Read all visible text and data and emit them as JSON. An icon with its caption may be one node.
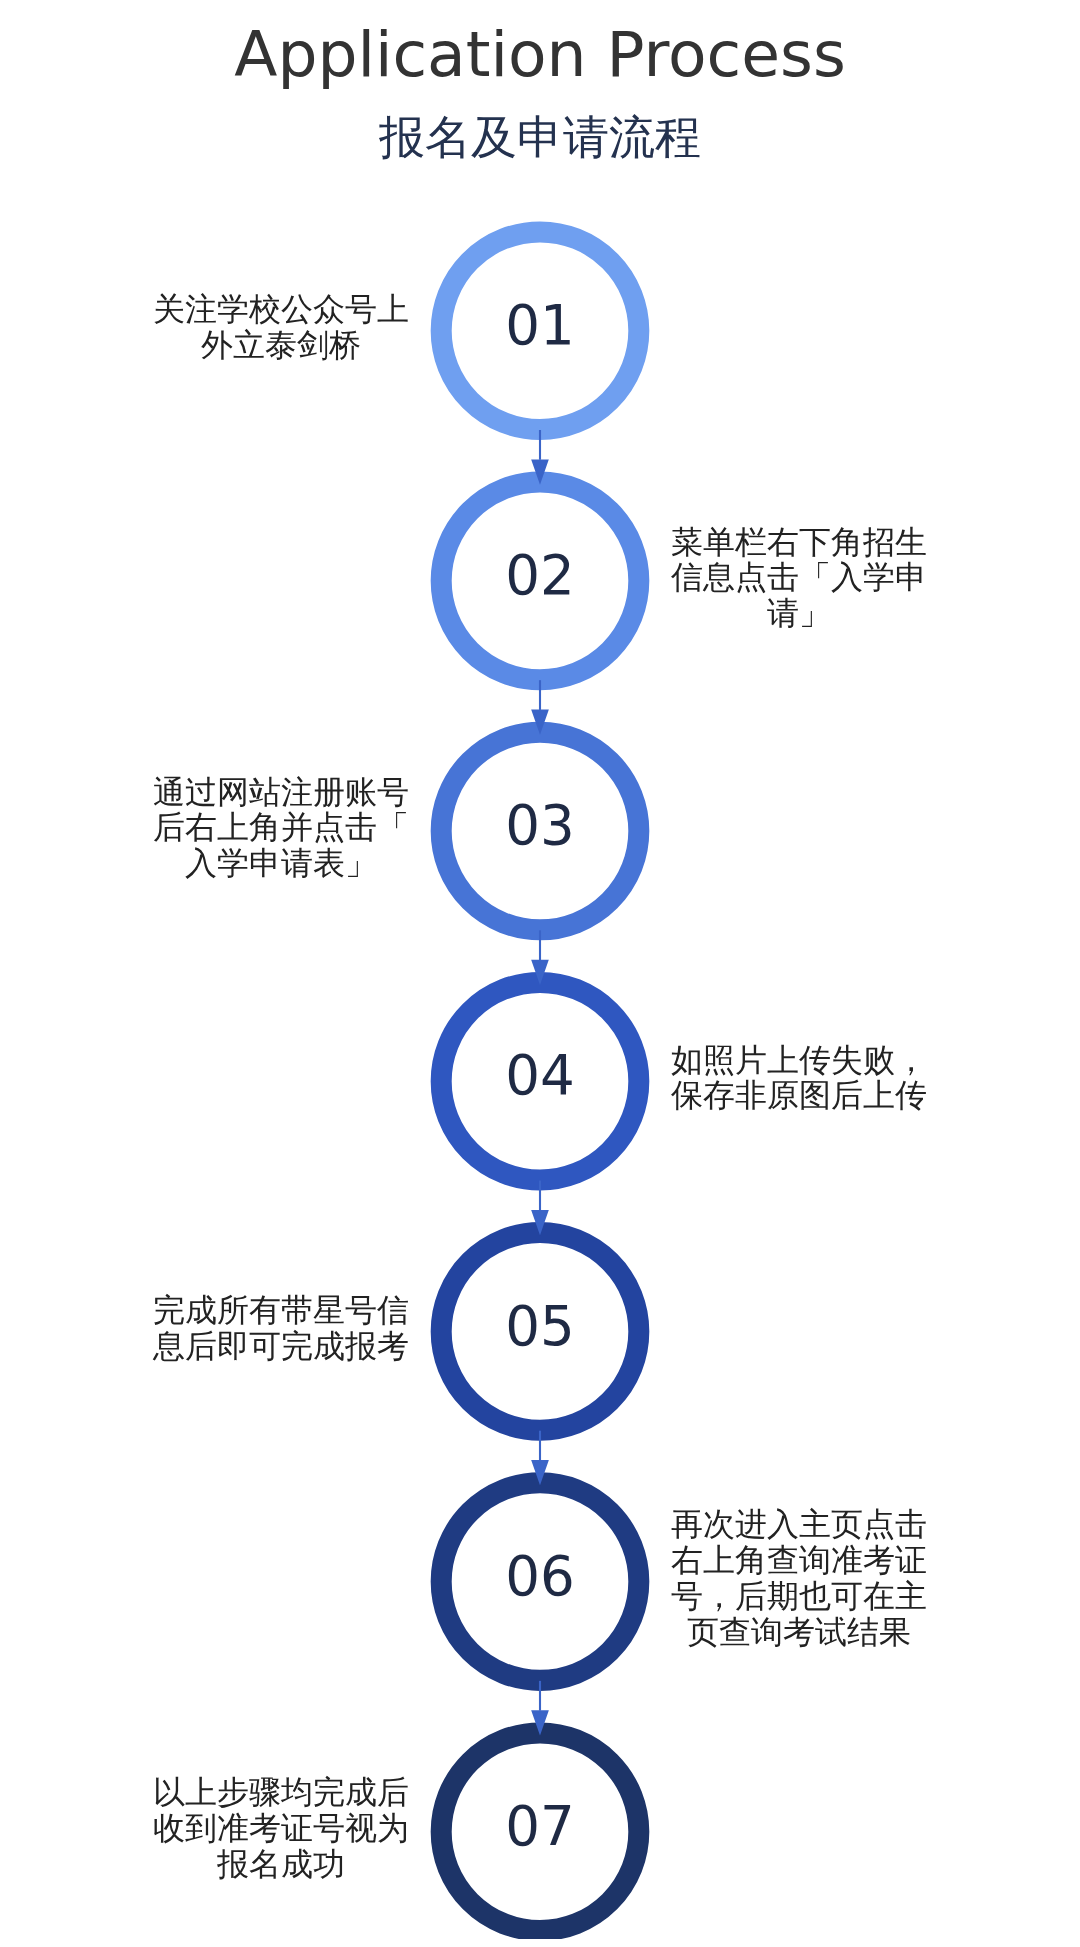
{
  "diagram": {
    "title": "Application Process",
    "nodes": [
      {
        "text": [
          "01"
        ],
        "beside": [
          "关注学校公众号上外立泰剑桥"
        ]
      },
      {
        "text": [
          "02"
        ],
        "beside": [
          "菜单栏右下角招生信息点击「入学申请」"
        ]
      },
      {
        "text": [
          "03"
        ],
        "beside": [
          "通过网站注册账号后右上角并点击「入学申请表」"
        ]
      },
      {
        "text": [
          "04"
        ],
        "beside": [
          "如照片上传失败，保存非原图后上传"
        ]
      },
      {
        "text": [
          "05"
        ],
        "beside": [
          "完成所有带星号信息后即可完成报考"
        ]
      },
      {
        "text": [
          "06"
        ],
        "beside": [
          "再次进入主页点击右上角查询准考证号，后期也可在主页查询考试结果"
        ]
      },
      {
        "text": [
          "07"
        ],
        "beside": [
          "以上步骤均完成后收到准考证号视为报名成功"
        ]
      }
    ],
    "edges": [
      {
        "from": 0,
        "to": 1,
        "arrow": "to"
      },
      {
        "from": 1,
        "to": 2,
        "arrow": "to"
      },
      {
        "from": 2,
        "to": 3,
        "arrow": "to"
      },
      {
        "from": 3,
        "to": 4,
        "arrow": "to"
      },
      {
        "from": 4,
        "to": 5,
        "arrow": "to"
      },
      {
        "from": 5,
        "to": 6,
        "arrow": "to"
      }
    ],
    "labels": [
      "报名及申请流程"
    ]
  }
}
